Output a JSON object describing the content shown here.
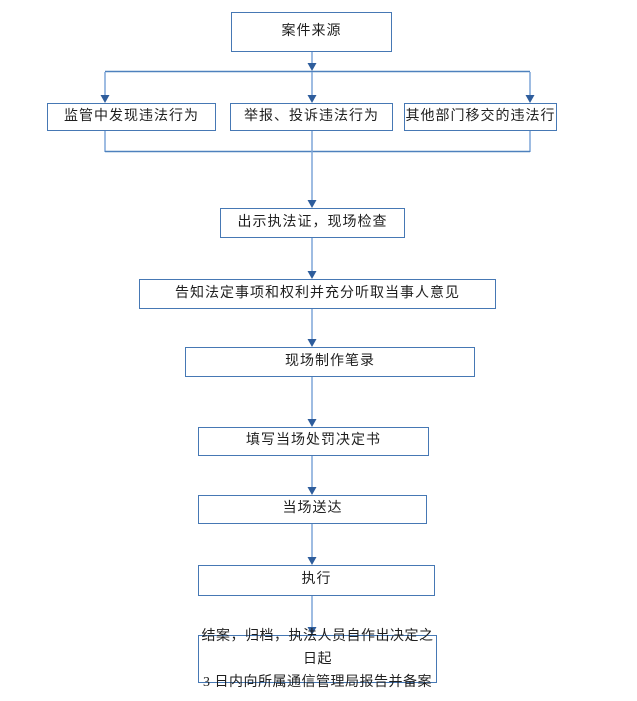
{
  "diagram": {
    "type": "flowchart",
    "language": "zh-CN",
    "description": "On-the-spot administrative penalty enforcement process flowchart"
  },
  "nodes": {
    "source": {
      "label": "案件来源"
    },
    "branch_left": {
      "label": "监管中发现违法行为"
    },
    "branch_middle": {
      "label": "举报、投诉违法行为"
    },
    "branch_right": {
      "label": "其他部门移交的违法行"
    },
    "show_credentials": {
      "label": "出示执法证，现场检查"
    },
    "inform_rights": {
      "label": "告知法定事项和权利并充分听取当事人意见"
    },
    "make_record": {
      "label": "现场制作笔录"
    },
    "fill_decision": {
      "label": "填写当场处罚决定书"
    },
    "serve_on_spot": {
      "label": "当场送达"
    },
    "execute": {
      "label": "执行"
    },
    "close_case": {
      "line1": "结案，归档，执法人员自作出决定之日起",
      "line2": "3 日内向所属通信管理局报告并备案"
    }
  },
  "colors": {
    "background": "#ffffff",
    "box_border": "#4678b4",
    "box_fill": "#ffffff",
    "connector_line": "#7da6d8",
    "branch_line": "#4e81bd",
    "arrowhead": "#2e5d9c",
    "text": "#1f1f1f"
  }
}
